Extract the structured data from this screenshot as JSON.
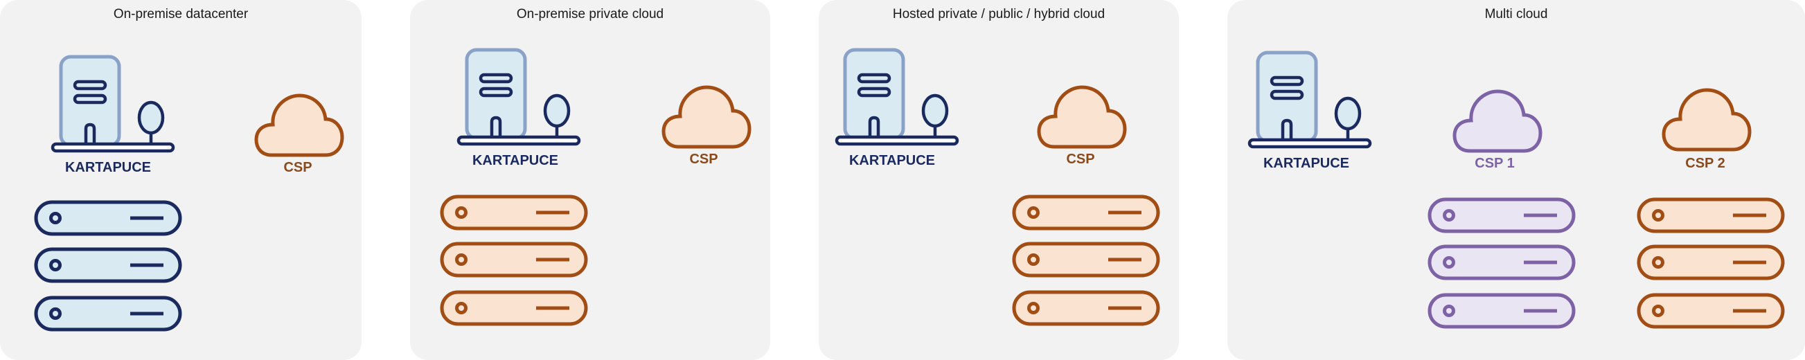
{
  "colors": {
    "navy": "#1b2a5e",
    "navy_fill": "#d9eaf3",
    "building_outline": "#8aa2c8",
    "orange": "#a14d14",
    "orange_fill": "#fbe3d1",
    "purple": "#7d62a6",
    "purple_fill": "#eae5f2",
    "panel_bg": "#f2f2f2"
  },
  "panels": [
    {
      "title": "On-premise datacenter"
    },
    {
      "title": "On-premise private cloud"
    },
    {
      "title": "Hosted private / public / hybrid cloud"
    },
    {
      "title": "Multi cloud"
    }
  ],
  "labels": {
    "kartapuce": "KARTAPUCE",
    "csp": "CSP",
    "csp1": "CSP 1",
    "csp2": "CSP 2"
  },
  "icons": [
    "building-icon",
    "cloud-icon",
    "server-icon"
  ]
}
